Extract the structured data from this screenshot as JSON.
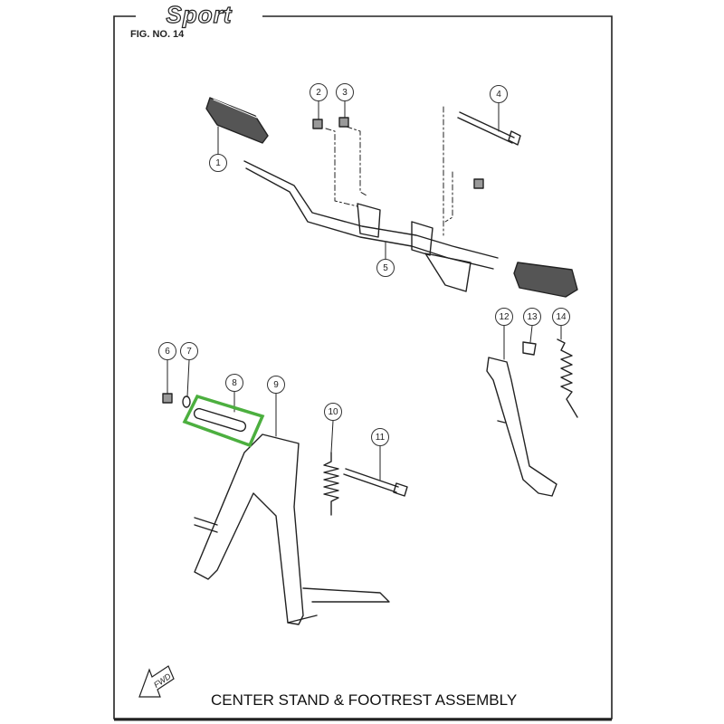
{
  "header": {
    "brand_logo": "Sport",
    "figure_number": "FIG. NO. 14"
  },
  "title": "CENTER STAND & FOOTREST ASSEMBLY",
  "direction_arrow": "FWD",
  "highlight_color": "#4caf3f",
  "callouts": [
    "1",
    "2",
    "3",
    "4",
    "5",
    "6",
    "7",
    "8",
    "9",
    "10",
    "11",
    "12",
    "13",
    "14"
  ],
  "highlighted_part": "8"
}
